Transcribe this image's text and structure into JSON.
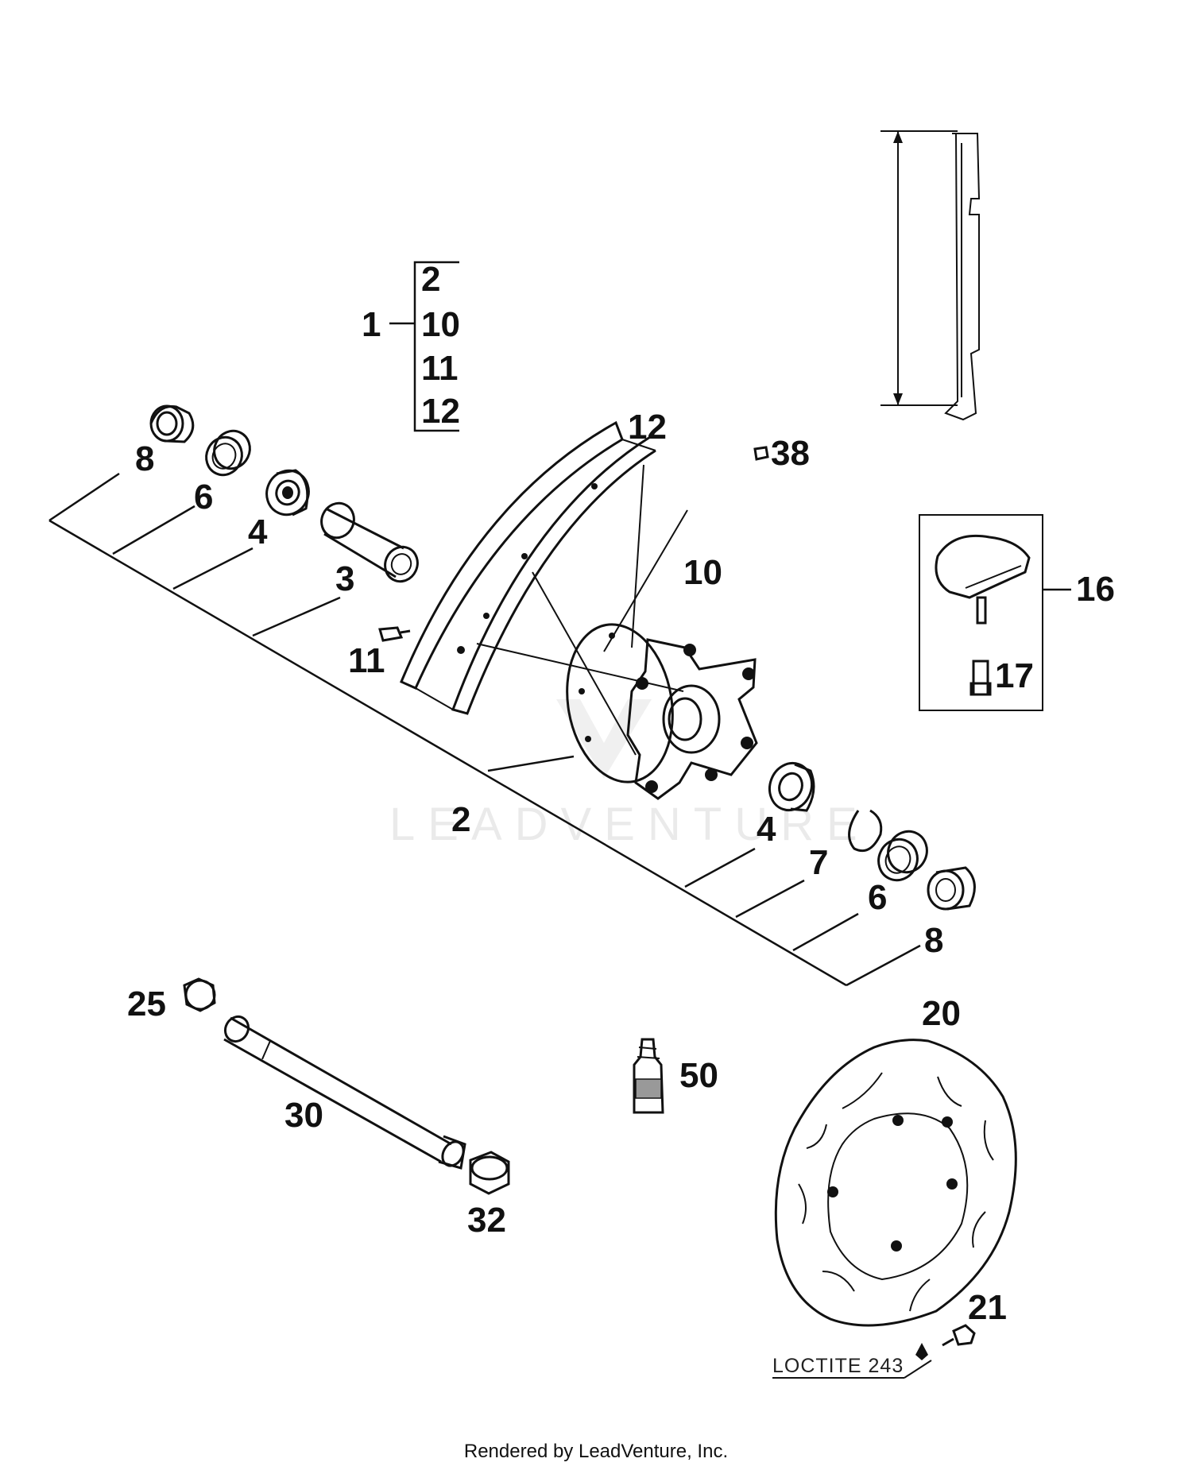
{
  "callouts": {
    "group_main": "1",
    "group_items": [
      "2",
      "10",
      "11",
      "12"
    ],
    "c8_left": "8",
    "c6_left": "6",
    "c4_left": "4",
    "c3": "3",
    "c11": "11",
    "c12_rim": "12",
    "c38": "38",
    "c10_spoke": "10",
    "c16": "16",
    "c17": "17",
    "c2_hub": "2",
    "c4_right": "4",
    "c7": "7",
    "c6_right": "6",
    "c8_right": "8",
    "c25": "25",
    "c30": "30",
    "c32": "32",
    "c50": "50",
    "c20": "20",
    "c21": "21"
  },
  "loctite_note": "LOCTITE 243",
  "watermark": "LEADVENTURE",
  "footer": "Rendered by LeadVenture, Inc."
}
